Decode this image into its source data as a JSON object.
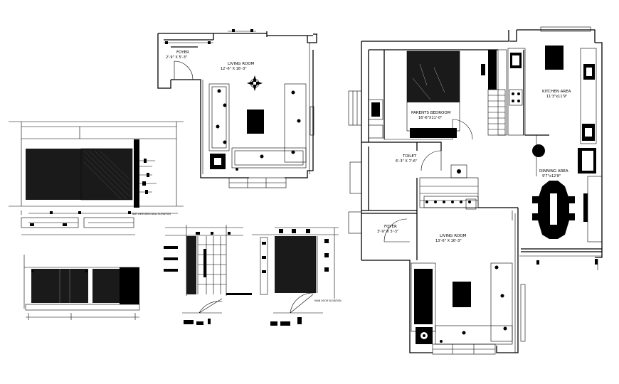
{
  "small_plan": {
    "foyer_name": "FOYER",
    "foyer_size": "2'-9\" X 5'-3\"",
    "living_name": "LIVING ROOM",
    "living_size": "12'-6\" X 16'-3\""
  },
  "large_plan": {
    "parents_bedroom_name": "PARENTS BEDROOM",
    "parents_bedroom_size": "16'-6\"X11'-0\"",
    "kitchen_name": "KITCHEN AREA",
    "kitchen_size": "11'3\"x11'9\"",
    "toilet_name": "TOILET",
    "toilet_size": "6'-3\" X 7'-6\"",
    "dinning_name": "DINNING AREA",
    "dinning_size": "9'7\"x12'8\"",
    "foyer_name": "FOYER",
    "foyer_size": "3'-9\" X 5'-3\"",
    "living_name": "LIVING ROOM",
    "living_size": "13'-6\" X 16'-3\""
  },
  "elevations": {
    "tv_wall_caption": "N0R VIEW AREA WALL ELEVATION",
    "door_caption": "MAIN DOOR ELEVATION"
  }
}
